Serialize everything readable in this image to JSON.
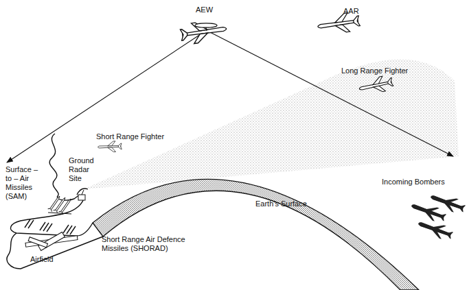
{
  "diagram": {
    "labels": [
      "AEW",
      "AAR",
      "Long Range Fighter",
      "Short Range Fighter",
      "Surface – to – Air Missiles (SAM)",
      "Ground Radar Site",
      "Earth's Surface",
      "Incoming Bombers",
      "Airfield",
      "Short Range Air Defence Missiles (SHORAD)"
    ]
  }
}
